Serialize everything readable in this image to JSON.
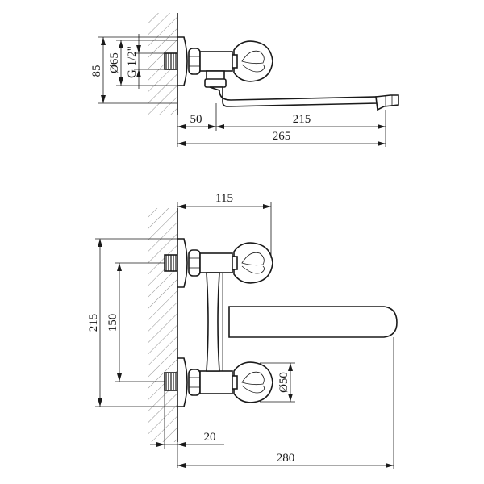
{
  "top_view": {
    "dim_85": "85",
    "dim_d65": "Ø65",
    "dim_g12": "G 1/2\"",
    "dim_50": "50",
    "dim_215": "215",
    "dim_265": "265"
  },
  "front_view": {
    "dim_115": "115",
    "dim_215": "215",
    "dim_150": "150",
    "dim_d50": "Ø50",
    "dim_20": "20",
    "dim_280": "280"
  }
}
